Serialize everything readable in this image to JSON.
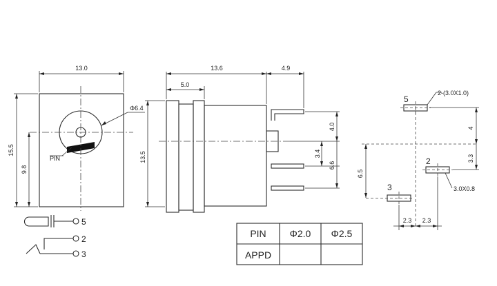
{
  "front_view": {
    "width_dim": "13.0",
    "height_dim": "15.5",
    "center_dim": "9.8",
    "hole_dim": "Φ6.4",
    "pin_label": "PIN"
  },
  "side_view": {
    "length_dim": "13.6",
    "pin_extent_dim": "4.9",
    "flange_dim": "5.0",
    "height_dim": "13.5",
    "top_pin_dim": "4.0",
    "mid_pin_dim": "3.4",
    "pin_span_dim": "6.6"
  },
  "pcb_layout": {
    "slot_top_label": "2-(3.0X1.0)",
    "slot_mid_label": "3.0X0.8",
    "dim_4": "4",
    "dim_3_3": "3.3",
    "dim_6_5": "6.5",
    "dim_2_3_left": "2.3",
    "dim_2_3_right": "2.3",
    "pin_5": "5",
    "pin_2": "2",
    "pin_3": "3"
  },
  "schematic": {
    "pin_5": "5",
    "pin_2": "2",
    "pin_3": "3"
  },
  "table": {
    "headers": [
      "PIN",
      "Φ2.0",
      "Φ2.5"
    ],
    "row_label": "APPD",
    "cells": [
      "",
      ""
    ]
  }
}
